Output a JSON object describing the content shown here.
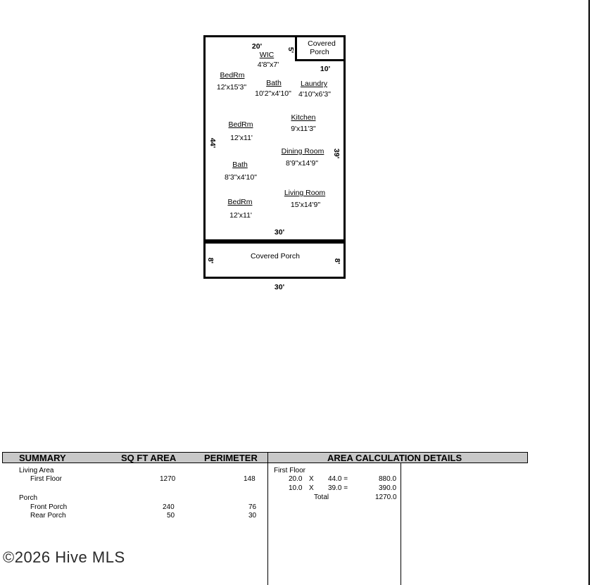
{
  "floor_plan": {
    "dims": {
      "top_width": "20'",
      "wic_offset": "5'",
      "porch_width_small": "10'",
      "left_height": "44'",
      "right_height": "39'",
      "mid_width": "30'",
      "porch_left": "8'",
      "porch_right": "8'",
      "bottom_width": "30'"
    },
    "rooms": {
      "covered_porch_top_1": "Covered",
      "covered_porch_top_2": "Porch",
      "wic_name": "WIC",
      "wic_size": "4'8\"x7'",
      "bedrm1_name": "BedRm",
      "bedrm1_size": "12'x15'3\"",
      "bath1_name": "Bath",
      "bath1_size": "10'2\"x4'10\"",
      "laundry_name": "Laundry",
      "laundry_size": "4'10\"x6'3\"",
      "kitchen_name": "Kitchen",
      "kitchen_size": "9'x11'3\"",
      "bedrm2_name": "BedRm",
      "bedrm2_size": "12'x11'",
      "dining_name": "Dining Room",
      "dining_size": "8'9\"x14'9\"",
      "bath2_name": "Bath",
      "bath2_size": "8'3\"x4'10\"",
      "living_name": "Living Room",
      "living_size": "15'x14'9\"",
      "bedrm3_name": "BedRm",
      "bedrm3_size": "12'x11'",
      "covered_porch_bottom": "Covered Porch"
    }
  },
  "summary": {
    "headers": {
      "summary": "SUMMARY",
      "sqft": "SQ FT AREA",
      "perimeter": "PERIMETER",
      "details": "AREA CALCULATION DETAILS"
    },
    "living_area": "Living Area",
    "first_floor": {
      "label": "First Floor",
      "area": "1270",
      "perimeter": "148"
    },
    "porch": "Porch",
    "front_porch": {
      "label": "Front Porch",
      "area": "240",
      "perimeter": "76"
    },
    "rear_porch": {
      "label": "Rear Porch",
      "area": "50",
      "perimeter": "30"
    }
  },
  "details": {
    "title": "First Floor",
    "rows": [
      {
        "a": "20.0",
        "x": "X",
        "b": "44.0 =",
        "r": "880.0"
      },
      {
        "a": "10.0",
        "x": "X",
        "b": "39.0 =",
        "r": "390.0"
      }
    ],
    "total_label": "Total",
    "total_value": "1270.0"
  },
  "watermark": "©2026 Hive MLS"
}
